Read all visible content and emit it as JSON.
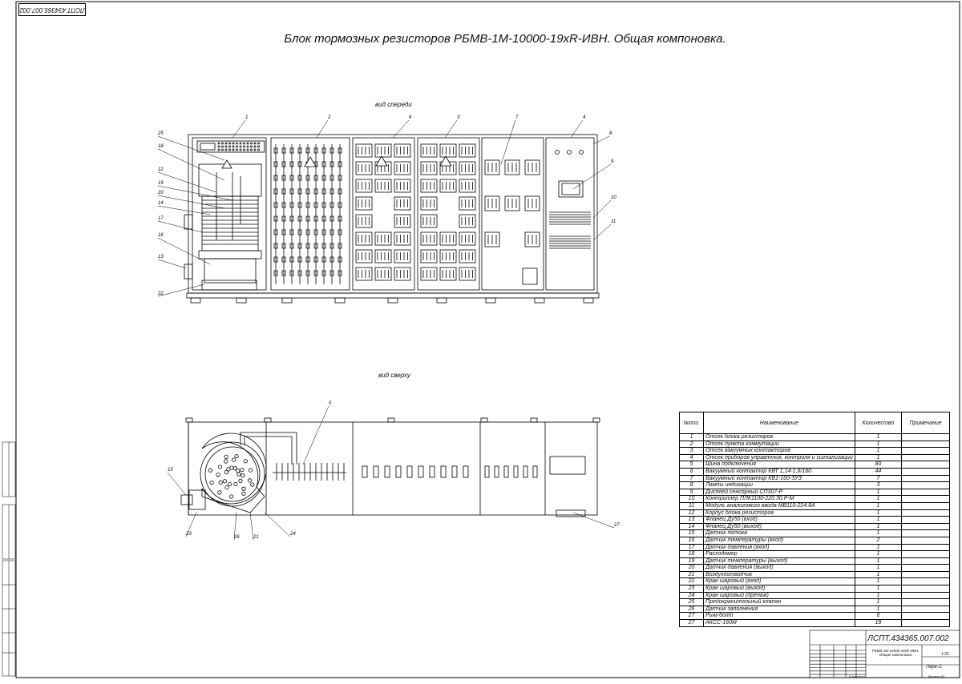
{
  "stamp": "ЛСПТ.434365.007.002",
  "title": "Блок тормозных резисторов РБМВ-1М-10000-19хR-ИВН. Общая компоновка.",
  "views": {
    "front": "вид спереди",
    "top": "вид сверху"
  },
  "front_callouts": [
    "1",
    "2",
    "6",
    "3",
    "7",
    "4",
    "8",
    "9",
    "10",
    "11"
  ],
  "left_callouts": [
    "25",
    "18",
    "12",
    "19",
    "20",
    "14",
    "17",
    "16",
    "13",
    "22"
  ],
  "top_callouts": [
    "5",
    "15",
    "23",
    "26",
    "21",
    "24",
    "27"
  ],
  "spec": {
    "headers": {
      "num": "№поз.",
      "name": "Наименование",
      "qty": "Количество",
      "note": "Примечание"
    },
    "rows": [
      {
        "num": "1",
        "name": "Отсек блока резисторов",
        "qty": "1"
      },
      {
        "num": "2",
        "name": "Отсек пункта коммутации",
        "qty": "1"
      },
      {
        "num": "3",
        "name": "Отсек вакуумных контакторов",
        "qty": "1"
      },
      {
        "num": "4",
        "name": "Отсек приборов управления, контроля и сигнализации",
        "qty": "1"
      },
      {
        "num": "5",
        "name": "Шина подключения",
        "qty": "80"
      },
      {
        "num": "6",
        "name": "Вакуумный контактор КВТ 1,14-1,6/160",
        "qty": "44"
      },
      {
        "num": "7",
        "name": "Вакуумный контактор КВ1-160-3УЗ",
        "qty": "7"
      },
      {
        "num": "8",
        "name": "Лампы индикации",
        "qty": "3"
      },
      {
        "num": "9",
        "name": "Дисплей сенсорный СП307-Р",
        "qty": "1"
      },
      {
        "num": "10",
        "name": "Контроллер ПЛК1100-220.30.Р-М",
        "qty": "1"
      },
      {
        "num": "11",
        "name": "Модуль аналогового ввода МВ110-224.8А",
        "qty": "1"
      },
      {
        "num": "12",
        "name": "Корпус блока резисторов",
        "qty": "1"
      },
      {
        "num": "13",
        "name": "Фланец Ду50 (вход)",
        "qty": "1"
      },
      {
        "num": "14",
        "name": "Фланец Ду50 (выход)",
        "qty": "1"
      },
      {
        "num": "15",
        "name": "Датчик потока",
        "qty": "1"
      },
      {
        "num": "16",
        "name": "Датчик температуры (вход)",
        "qty": "2"
      },
      {
        "num": "17",
        "name": "Датчик давления (вход)",
        "qty": "1"
      },
      {
        "num": "18",
        "name": "Расходомер",
        "qty": "1"
      },
      {
        "num": "19",
        "name": "Датчик температуры (выход)",
        "qty": "1"
      },
      {
        "num": "20",
        "name": "Датчик давления (выход)",
        "qty": "1"
      },
      {
        "num": "21",
        "name": "Воздухоотводчик",
        "qty": "1"
      },
      {
        "num": "22",
        "name": "Кран шаровый (вход)",
        "qty": "1"
      },
      {
        "num": "23",
        "name": "Кран шаровый (выход)",
        "qty": "1"
      },
      {
        "num": "24",
        "name": "Кран шаровый (дренаж)",
        "qty": "1"
      },
      {
        "num": "25",
        "name": "Предохранительный клапан",
        "qty": "1"
      },
      {
        "num": "26",
        "name": "Датчик заполнения",
        "qty": "1"
      },
      {
        "num": "27",
        "name": "Рым-болт",
        "qty": "6"
      },
      {
        "num": "27",
        "name": "АКСС-160М",
        "qty": "18"
      }
    ]
  },
  "title_block": {
    "code": "ЛСПТ.434365.007.002",
    "name": "РБМВ-1М-10000-19хR-ИВН. Общая компоновка",
    "scale": "1:20",
    "org": "Ляре-С",
    "copied": "Копировал",
    "format": "Формат А3"
  }
}
